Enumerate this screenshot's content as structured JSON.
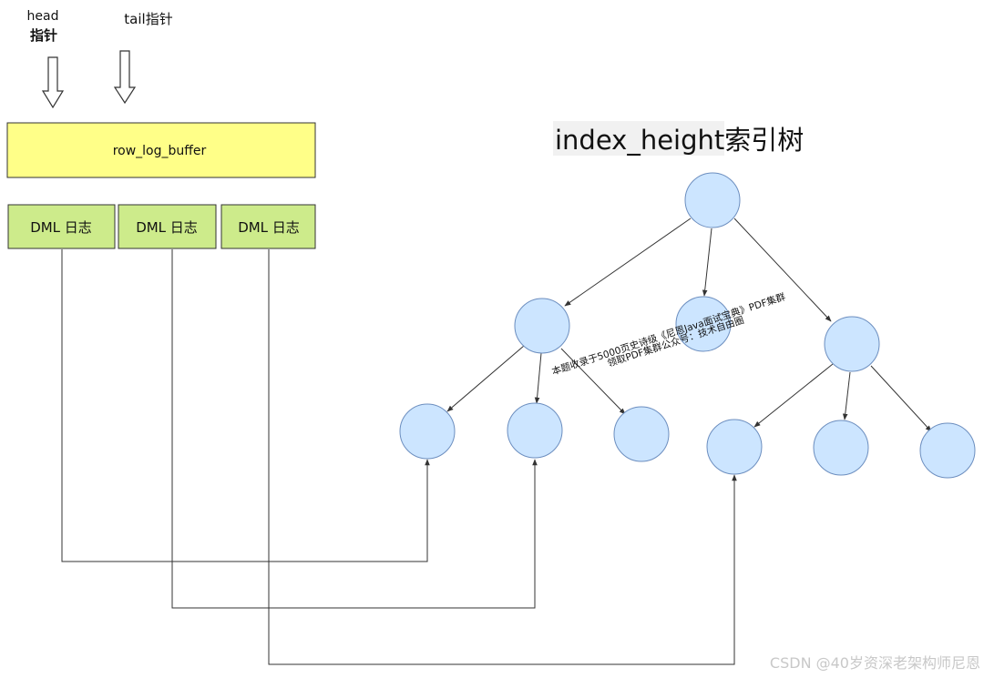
{
  "pointers": {
    "head_line1": "head",
    "head_line2": "指针",
    "tail": "tail指针"
  },
  "buffer": {
    "label": "row_log_buffer"
  },
  "logs": [
    {
      "label": "DML 日志"
    },
    {
      "label": "DML 日志"
    },
    {
      "label": "DML 日志"
    }
  ],
  "tree": {
    "title_part1": "index_height",
    "title_part2": "索引树"
  },
  "watermark": {
    "line1": "本题收录于5000页史诗级《尼恩Java面试宝典》PDF集群",
    "line2": "领取PDF集群公众号：技术自由圈"
  },
  "footer": {
    "credit": "CSDN @40岁资深老架构师尼恩"
  },
  "colors": {
    "buffer_fill": "#ffff88",
    "log_fill": "#cdeb8b",
    "node_fill": "#cce5ff",
    "node_stroke": "#6c8ebf"
  }
}
